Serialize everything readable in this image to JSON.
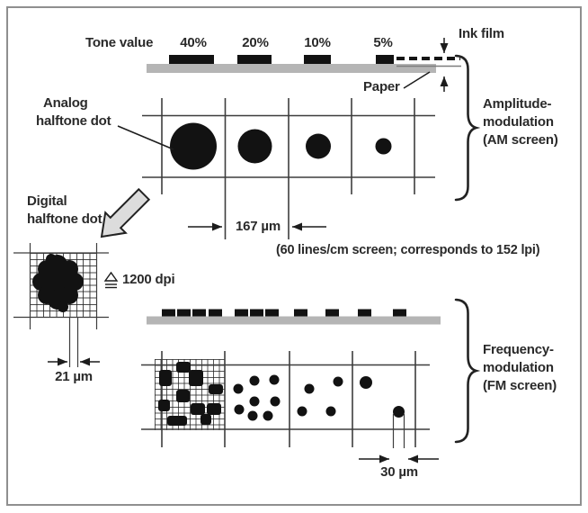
{
  "figure": {
    "am_section": {
      "tone_value_label": "Tone value",
      "tone_values": [
        "40%",
        "20%",
        "10%",
        "5%"
      ],
      "ink_film_label": "Ink film",
      "paper_label": "Paper",
      "analog_dot_label": [
        "Analog",
        "halftone dot"
      ],
      "dot_pitch": "167 µm",
      "screen_note": "(60 lines/cm screen; corresponds to 152 lpi)",
      "bracket_label": [
        "Amplitude-",
        "modulation",
        "(AM screen)"
      ]
    },
    "digital_dot": {
      "label": [
        "Digital",
        "halftone dot"
      ],
      "resolution": "1200 dpi",
      "cell_size": "21 µm"
    },
    "fm_section": {
      "dot_size": "30 µm",
      "bracket_label": [
        "Frequency-",
        "modulation",
        "(FM screen)"
      ]
    }
  },
  "colors": {
    "ink_black": "#121212",
    "paper_gray": "#b5b5b5",
    "line_color": "#3d3d3d",
    "text_color": "#2a2a2a",
    "arrow_fill": "#dcdcdc"
  }
}
